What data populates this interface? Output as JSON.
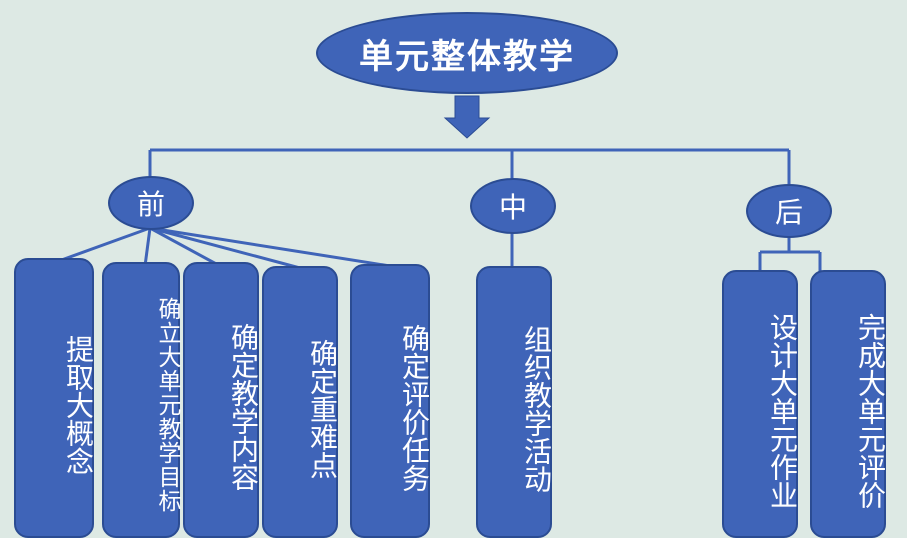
{
  "root": {
    "label": "单元整体教学"
  },
  "phases": {
    "before": {
      "label": "前"
    },
    "middle": {
      "label": "中"
    },
    "after": {
      "label": "后"
    }
  },
  "before_items": [
    "提取大概念",
    "确立大单元教学目标",
    "确定教学内容",
    "确定重难点",
    "确定评价任务"
  ],
  "middle_items": [
    "组织教学活动"
  ],
  "after_items": [
    "设计大单元作业",
    "完成大单元评价"
  ],
  "colors": {
    "background": "#dde9e4",
    "node_fill": "#3f64b8",
    "node_border": "#2b4c93",
    "line": "#3f64b8",
    "text": "#ffffff"
  }
}
